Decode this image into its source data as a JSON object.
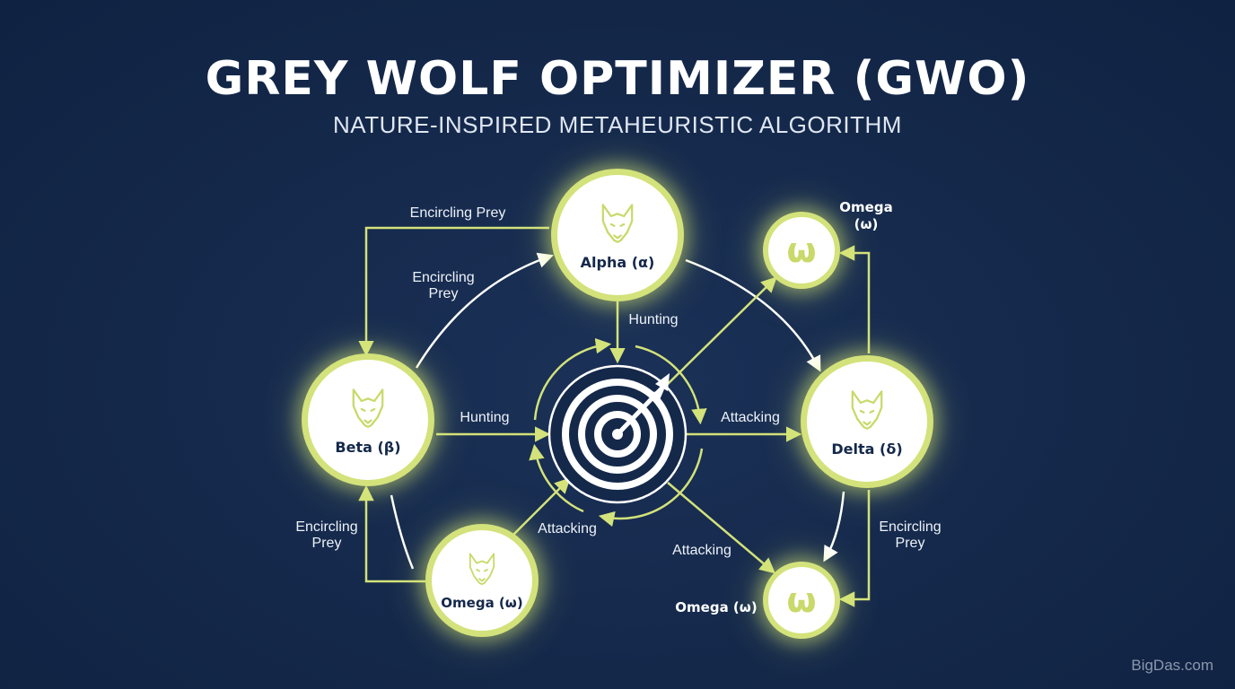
{
  "title": "GREY WOLF OPTIMIZER (GWO)",
  "subtitle": "NATURE-INSPIRED METAHEURISTIC ALGORITHM",
  "watermark": "BigDas.com",
  "colors": {
    "background": "#14284a",
    "accent": "#d3e27a",
    "edge_white": "#ffffff",
    "text": "#ffffff"
  },
  "nodes": {
    "alpha": {
      "label": "Alpha (α)",
      "icon": "wolf-icon"
    },
    "beta": {
      "label": "Beta (β)",
      "icon": "wolf-icon"
    },
    "delta": {
      "label": "Delta (δ)",
      "icon": "wolf-icon"
    },
    "omega_bottom_left": {
      "label": "Omega (ω)",
      "icon": "wolf-icon"
    },
    "omega_top_right": {
      "glyph": "ω",
      "caption": "Omega\n(ω)"
    },
    "omega_bottom_right": {
      "glyph": "ω",
      "caption": "Omega (ω)"
    },
    "prey": {
      "icon": "target-icon"
    }
  },
  "edge_labels": {
    "top_encircling": "Encircling Prey",
    "upper_left_encircling": "Encircling\nPrey",
    "alpha_hunting": "Hunting",
    "beta_hunting": "Hunting",
    "delta_attacking": "Attacking",
    "lower_left_encircling": "Encircling\nPrey",
    "omega_attacking": "Attacking",
    "lower_right_attacking": "Attacking",
    "right_encircling": "Encircling\nPrey"
  }
}
